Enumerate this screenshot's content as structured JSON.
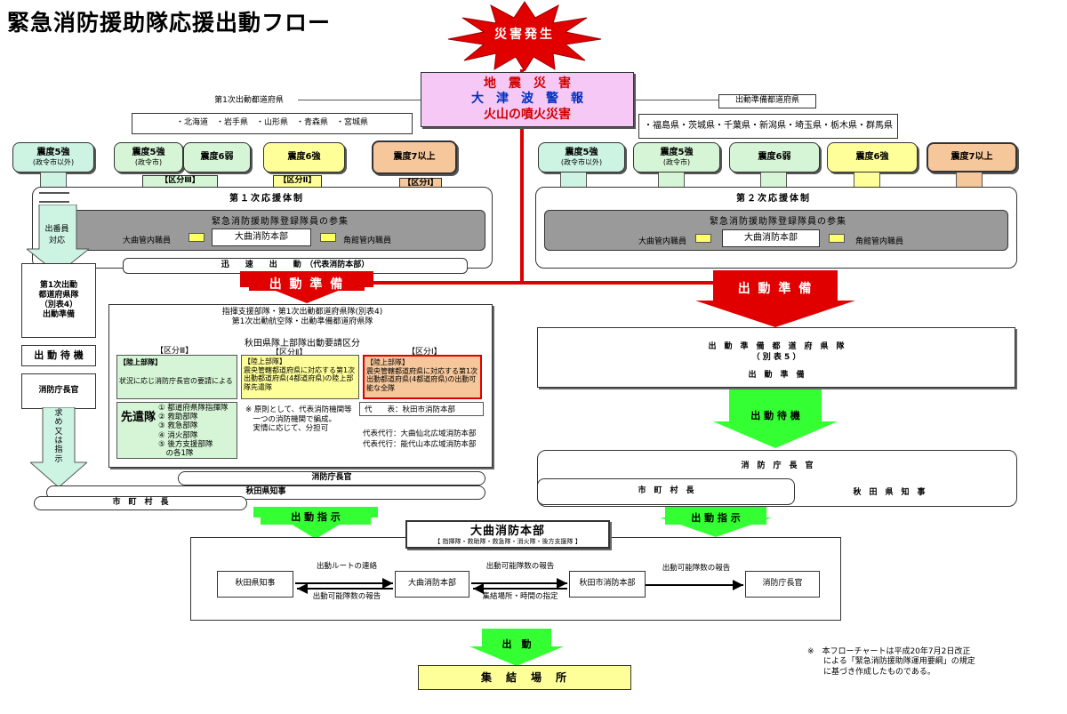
{
  "title": "緊急消防援助隊応援出動フロー",
  "disaster": "災害発生",
  "trigger": {
    "line1": "地　震　災　害",
    "line2": "大　津　波　警　報",
    "line3": "火山の噴火災害"
  },
  "left": {
    "header_label": "第1次出動都道府県",
    "prefectures": "・北海道　・岩手県　・山形県　・青森県　・宮城県",
    "intensity": [
      {
        "label": "震度5強",
        "sub": "(政令市以外)"
      },
      {
        "label": "震度5強",
        "sub": "(政令市)"
      },
      {
        "label": "震度6弱",
        "sub": ""
      },
      {
        "label": "震度6強",
        "sub": ""
      },
      {
        "label": "震度7以上",
        "sub": ""
      }
    ],
    "class_labels": [
      "【区分Ⅲ】",
      "【区分Ⅱ】",
      "【区分Ⅰ】"
    ],
    "system_title": "第１次応援体制",
    "gather_title": "緊急消防援助隊登録隊員の参集",
    "left_staff": "大曲管内職員",
    "hq": "大曲消防本部",
    "right_staff": "角館管内職員",
    "rapid": "迅　　速　　出　　動　（代表消防本部）",
    "duty_label": "出番員\n対応",
    "side_box": "第1次出動\n都道府県隊\n（別表4）\n出動準備",
    "waiting": "出 動 待 機",
    "chief": "消防庁長官",
    "request_label": "求\nめ\n又\nは\n指\n示",
    "prep_arrow": "出 動 準 備",
    "panel_title": "指揮支援部隊・第1次出動都道府県隊(別表4)\n第1次出動航空隊・出動準備都道府県隊",
    "akita_title": "秋田県隊上部隊出動要請区分",
    "kubun3": "【区分Ⅲ】",
    "kubun2": "【区分Ⅱ】",
    "kubun1": "【区分Ⅰ】",
    "k3_head": "【陸上部隊】",
    "k3_body": "状況に応じ消防庁長官の要請による",
    "k2_head": "【陸上部隊】",
    "k2_body": "震央管轄都道府県に対応する第1次出動都道府県(4都道府県)の陸上部隊先遣隊",
    "k1_head": "【陸上部隊】",
    "k1_body": "震央管轄都道府県に対応する第1次出動都道府県(4都道府県)の出動可能な全隊",
    "vanguard_label": "先遣隊",
    "vanguard_list": "① 都道府県隊指揮隊\n② 救助部隊\n③ 救急部隊\n④ 消火部隊\n⑤ 後方支援部隊\n　の各1隊",
    "principle": "※ 原則として、代表消防機関等\n　一つの消防機関で編成。\n　実情に応じて、分担可",
    "rep_label": "代　　表：秋田市消防本部",
    "rep_agent1": "代表代行：大曲仙北広域消防本部",
    "rep_agent2": "代表代行：能代山本広域消防本部",
    "chief_box": "消防庁長官",
    "governor": "秋田県知事",
    "mayor": "市　町　村　長",
    "order_arrow": "出 動 指 示"
  },
  "right": {
    "header_label": "出動準備都道府県",
    "prefectures": "・福島県・茨城県・千葉県・新潟県・埼玉県・栃木県・群馬県",
    "intensity": [
      {
        "label": "震度5強",
        "sub": "(政令市以外)"
      },
      {
        "label": "震度5強",
        "sub": "(政令市)"
      },
      {
        "label": "震度6弱",
        "sub": ""
      },
      {
        "label": "震度6強",
        "sub": ""
      },
      {
        "label": "震度7以上",
        "sub": ""
      }
    ],
    "system_title": "第２次応援体制",
    "gather_title": "緊急消防援助隊登録隊員の参集",
    "left_staff": "大曲管内職員",
    "hq": "大曲消防本部",
    "right_staff": "角館管内職員",
    "prep_arrow": "出 動 準 備",
    "prep_box_line1": "出　動　準　備　都　道　府　県　隊",
    "prep_box_line2": "（ 別 表 5 ）",
    "prep_box_line3": "出　動　準　備",
    "waiting": "出 動 待 機",
    "chief": "消　防　庁　長　官",
    "mayor": "市　町　村　長",
    "governor": "秋　田　県　知　事",
    "order_arrow": "出 動 指 示"
  },
  "bottom": {
    "center_title": "大曲消防本部",
    "center_sub": "【 指揮隊・救助隊・救急隊・消火隊・後方支援隊 】",
    "nodes": [
      "秋田県知事",
      "大曲消防本部",
      "秋田市消防本部",
      "消防庁長官"
    ],
    "edge1_top": "出動ルートの連絡",
    "edge1_bottom": "出動可能隊数の報告",
    "edge2_top": "出動可能隊数の報告",
    "edge2_bottom": "集結場所・時間の指定",
    "edge3_top": "出動可能隊数の報告",
    "dispatch": "出　動",
    "assembly": "集　結　場　所"
  },
  "note": "※　本フローチャートは平成20年7月2日改正\n　　による「緊急消防援助隊運用要綱」の規定\n　　に基づき作成したものである。",
  "colors": {
    "red": "#e00000",
    "green_arrow": "#33ff33",
    "cyan_box": "#cdf3e3",
    "light_green": "#d6f5d6",
    "yellow": "#ffff99",
    "orange": "#f6c79a",
    "pink": "#f5c8f5",
    "grey": "#a0a0a0"
  }
}
